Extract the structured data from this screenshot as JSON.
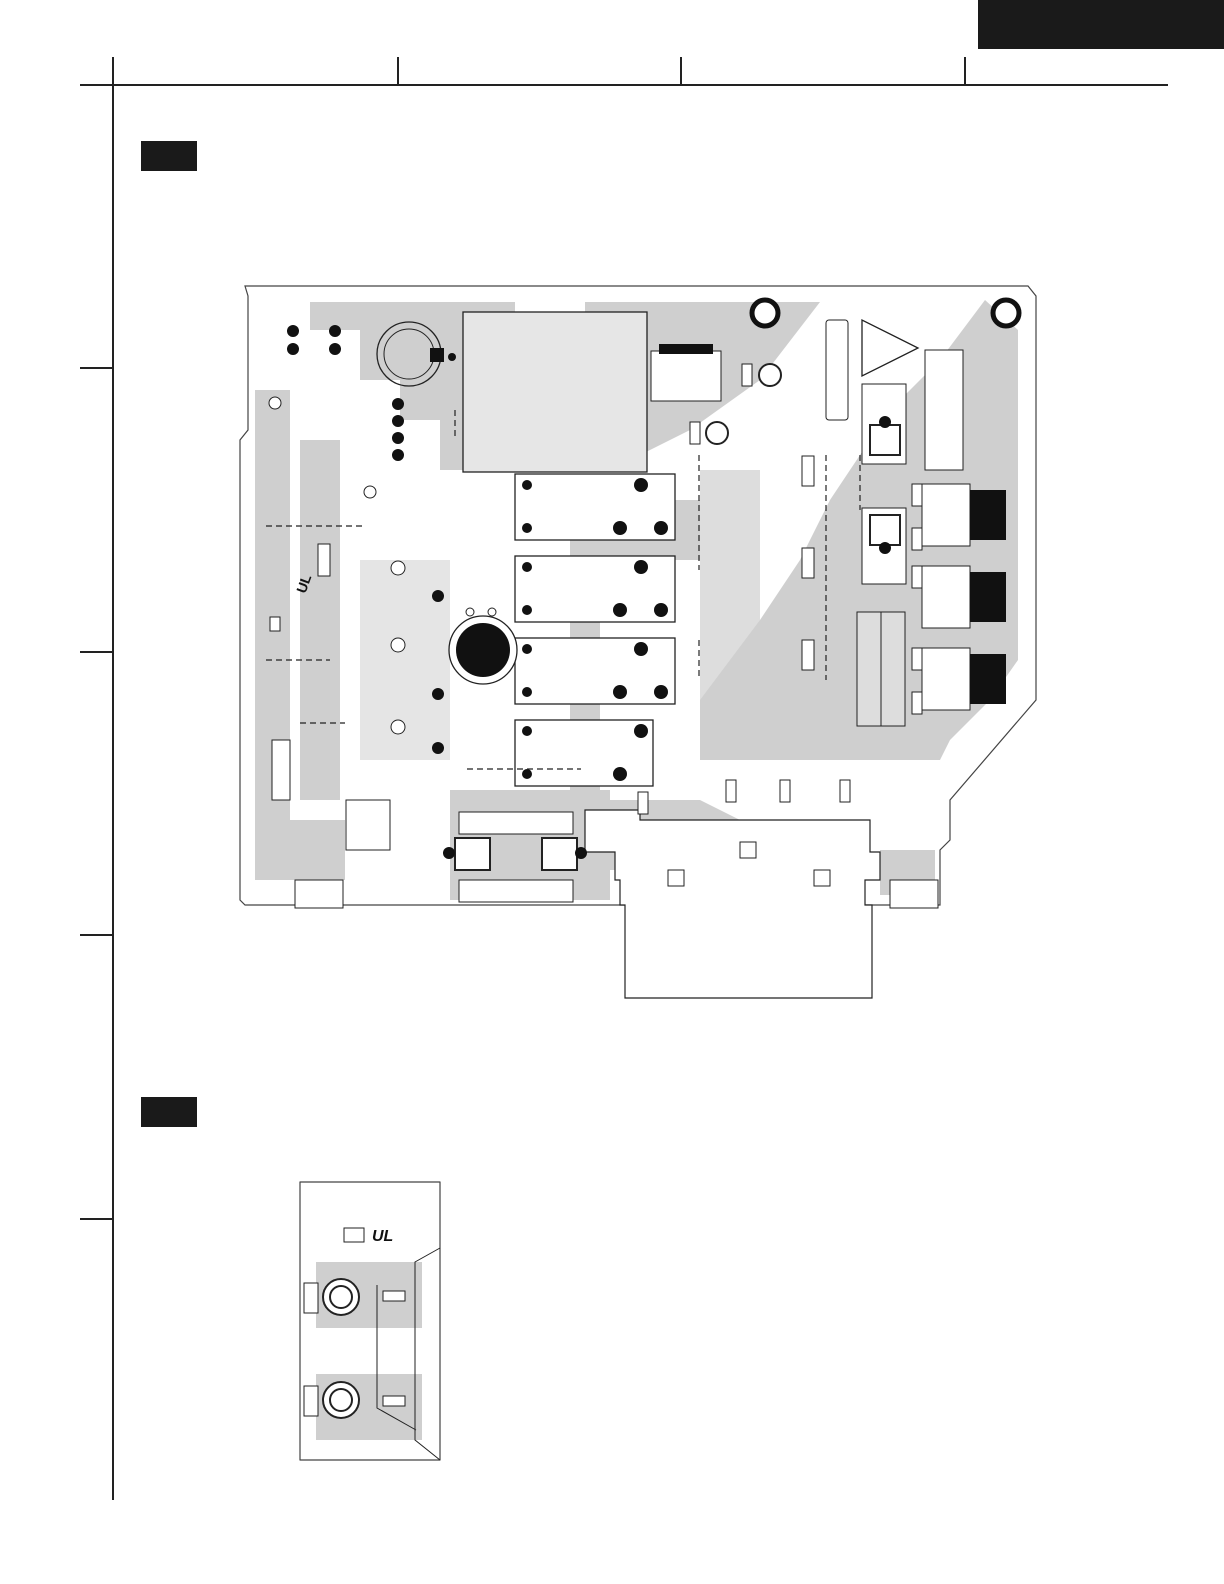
{
  "page": {
    "header_tab_color": "#1a1a1a",
    "section_markers": [
      {
        "name": "section-marker-pcb-main",
        "label": ""
      },
      {
        "name": "section-marker-pcb-jack",
        "label": ""
      }
    ]
  },
  "board_main": {
    "trace_color": "#cfcfcf",
    "outline_color": "#333333",
    "ul_mark": "UL"
  },
  "board_jack": {
    "trace_color": "#cfcfcf",
    "ul_mark": "UL"
  }
}
